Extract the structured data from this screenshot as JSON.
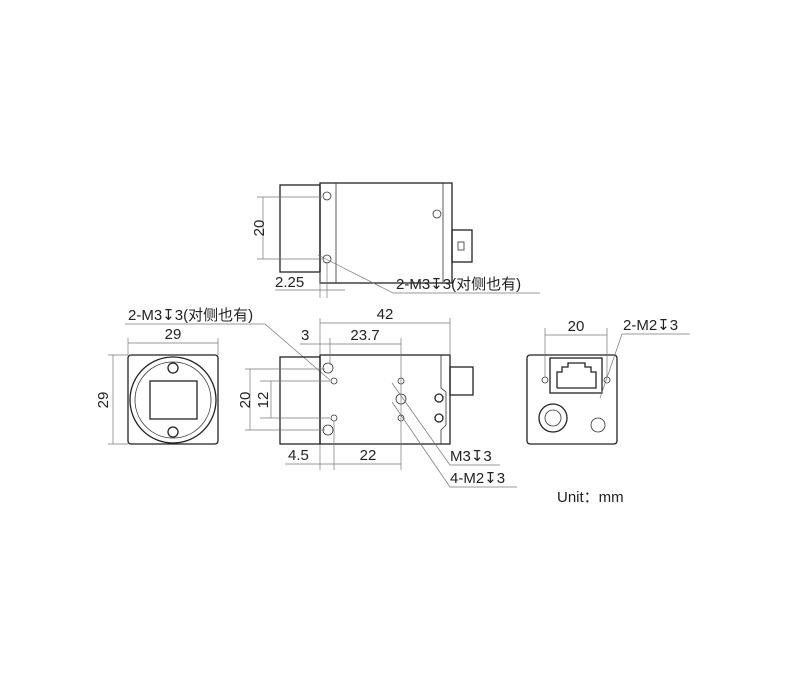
{
  "top_view": {
    "dim_height": "20",
    "dim_offset": "2.25",
    "callout": "2-M3↧3(对侧也有)"
  },
  "front_view": {
    "dim_width": "29",
    "dim_height": "29",
    "callout": "2-M3↧3(对侧也有)"
  },
  "side_view": {
    "dim_length": "42",
    "dim_3": "3",
    "dim_23_7": "23.7",
    "dim_20": "20",
    "dim_12": "12",
    "dim_4_5": "4.5",
    "dim_22": "22",
    "callout_m3": "M3↧3",
    "callout_m2": "4-M2↧3"
  },
  "back_view": {
    "dim_width": "20",
    "callout": "2-M2↧3"
  },
  "unit_label": "Unit：mm"
}
